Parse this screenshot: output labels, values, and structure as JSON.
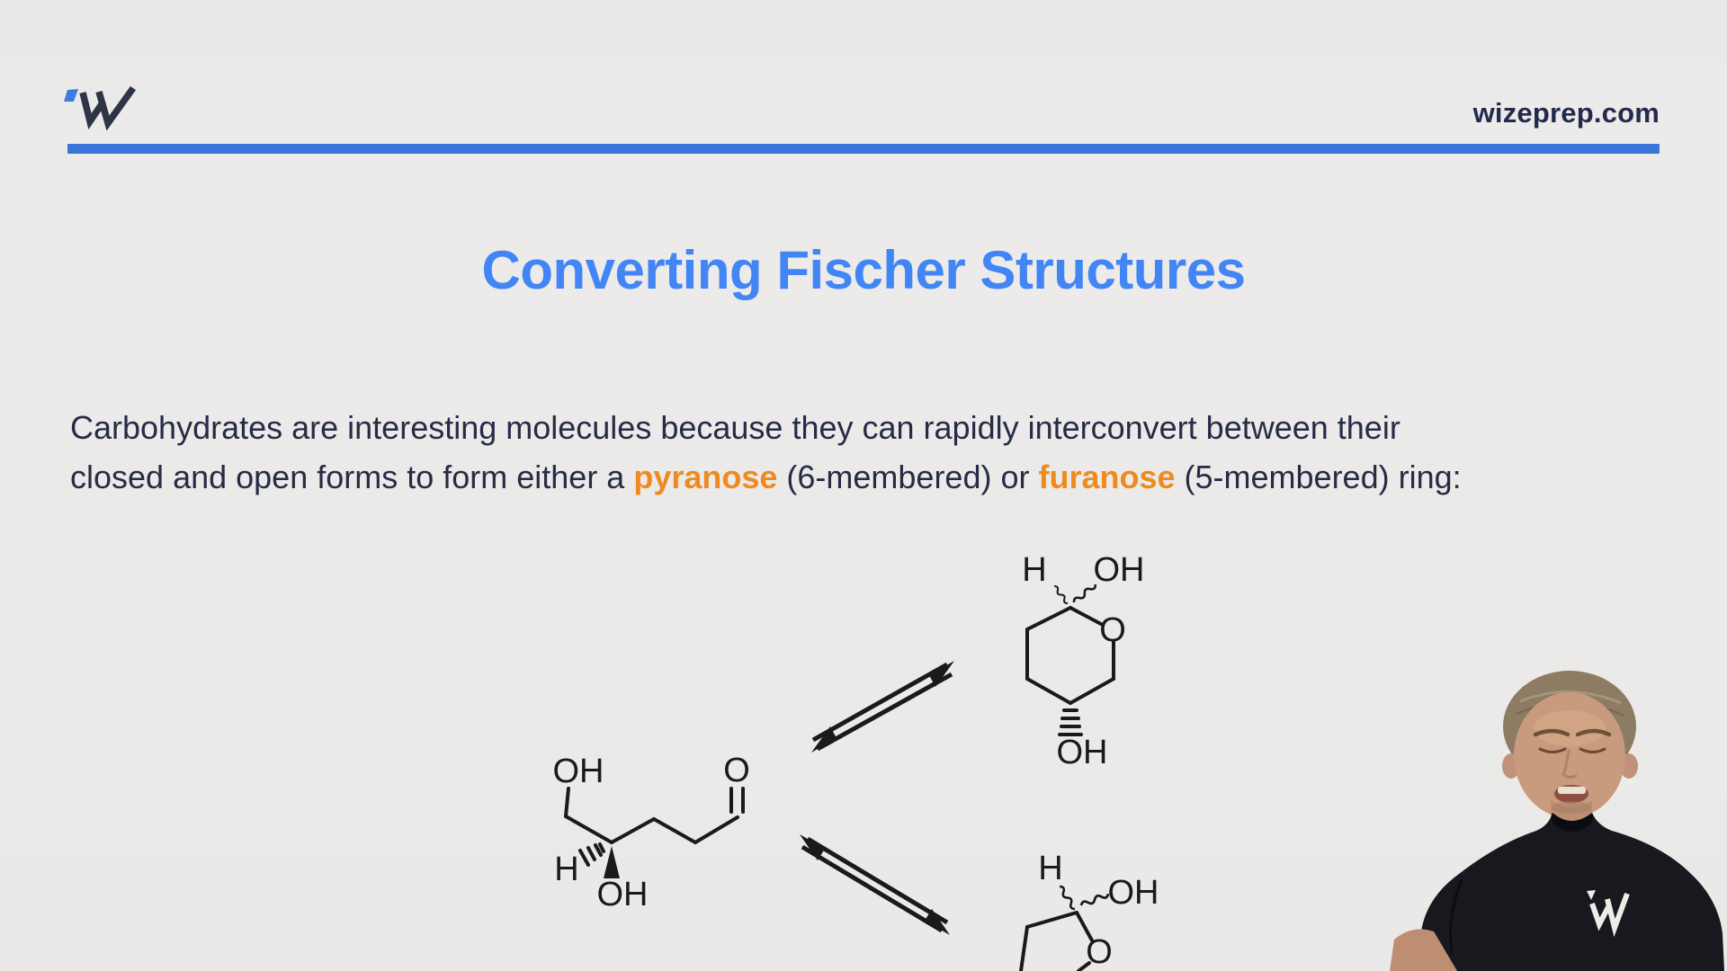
{
  "page": {
    "background_color": "#ebeae9"
  },
  "header": {
    "logo_name": "wizeprep-w-logo",
    "logo_accent_color": "#3e7ce0",
    "logo_mark_color": "#2d3444",
    "site_text": "wizeprep.com",
    "site_text_color": "#232a4d",
    "rule_color": "#3a76da"
  },
  "slide": {
    "title": "Converting Fischer Structures",
    "title_color": "#4285f4",
    "body_line1": "Carbohydrates are interesting molecules because they can rapidly interconvert between their",
    "body_line2_segments": [
      {
        "text": "closed and open forms to form either a ",
        "emphasis": false
      },
      {
        "text": "pyranose",
        "emphasis": true
      },
      {
        "text": " (6-membered) or ",
        "emphasis": false
      },
      {
        "text": "furanose",
        "emphasis": true
      },
      {
        "text": " (5-membered) ring:",
        "emphasis": false
      }
    ],
    "body_text_color": "#262c45",
    "emphasis_color": "#ef8a1f"
  },
  "diagram": {
    "ink_color": "#1a1a1a",
    "open_chain": {
      "label_oh_top": "OH",
      "label_h": "H",
      "label_oh_bottom": "OH",
      "label_o": "O"
    },
    "pyranose": {
      "label_h": "H",
      "label_oh_top": "OH",
      "label_ring_o": "O",
      "label_oh_bottom": "OH"
    },
    "furanose": {
      "label_h": "H",
      "label_oh": "OH",
      "label_ring_o": "O"
    },
    "arrows": [
      "equilibrium-arrow-top",
      "equilibrium-arrow-bottom"
    ]
  },
  "webcam": {
    "description": "instructor in black t-shirt with wizeprep logo",
    "shirt_logo_color": "#edece7"
  }
}
